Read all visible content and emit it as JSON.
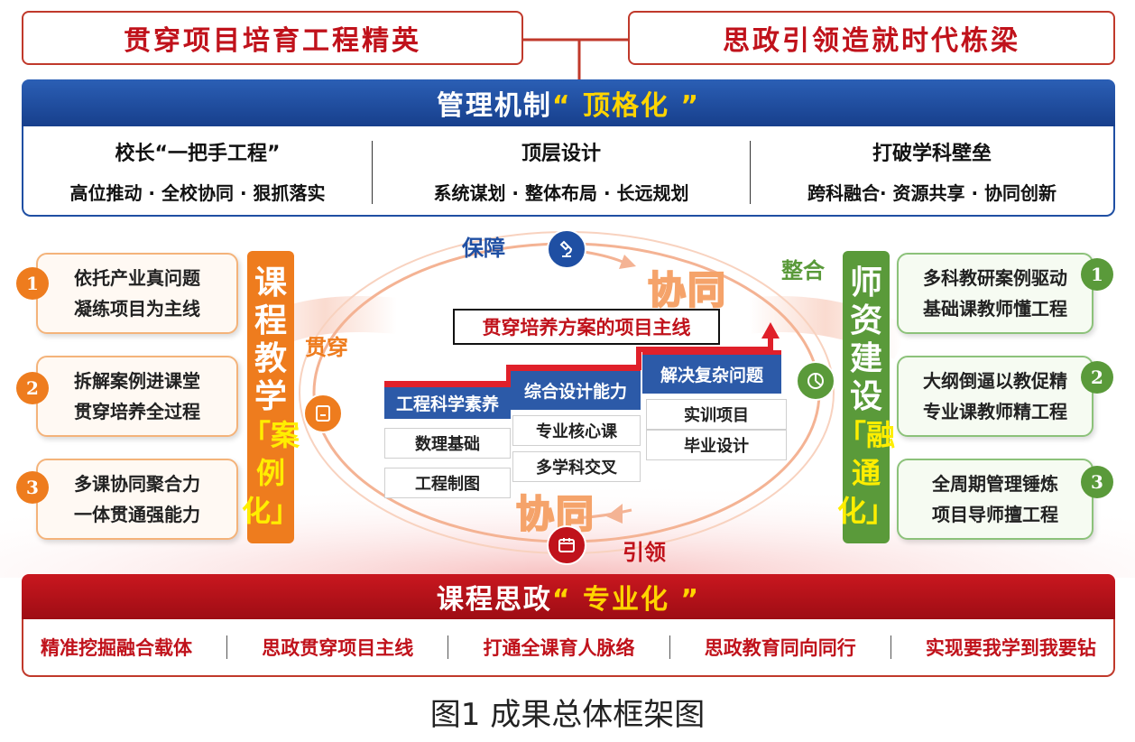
{
  "top": {
    "left_title": "贯穿项目培育工程精英",
    "right_title": "思政引领造就时代栋梁"
  },
  "mechanism": {
    "title": "管理机制",
    "emphasis": "“ 顶格化 ”",
    "columns": [
      {
        "heading": "校长“一把手工程”",
        "sub": "高位推动 · 全校协同 · 狠抓落实"
      },
      {
        "heading": "顶层设计",
        "sub": "系统谋划 · 整体布局 · 长远规划"
      },
      {
        "heading": "打破学科壁垒",
        "sub": "跨科融合· 资源共享 · 协同创新"
      }
    ]
  },
  "left": {
    "items": [
      {
        "num": "1",
        "line1": "依托产业真问题",
        "line2": "凝练项目为主线"
      },
      {
        "num": "2",
        "line1": "拆解案例进课堂",
        "line2": "贯穿培养全过程"
      },
      {
        "num": "3",
        "line1": "多课协同聚合力",
        "line2": "一体贯通强能力"
      }
    ],
    "bar_top": [
      "课",
      "程",
      "教",
      "学"
    ],
    "bar_bottom": [
      "「案",
      "例",
      "化」"
    ]
  },
  "right": {
    "items": [
      {
        "num": "1",
        "line1": "多科教研案例驱动",
        "line2": "基础课教师懂工程"
      },
      {
        "num": "2",
        "line1": "大纲倒逼以教促精",
        "line2": "专业课教师精工程"
      },
      {
        "num": "3",
        "line1": "全周期管理锤炼",
        "line2": "项目导师擅工程"
      }
    ],
    "bar_top": [
      "师",
      "资",
      "建",
      "设"
    ],
    "bar_bottom": [
      "「融",
      "通",
      "化」"
    ]
  },
  "cycle": {
    "label_guarantee": "保障",
    "label_integrate": "整合",
    "label_through": "贯穿",
    "label_lead": "引领",
    "synergy_top": "协同",
    "synergy_bottom": "协同",
    "main_line": "贯穿培养方案的项目主线"
  },
  "steps": [
    {
      "head": "工程科学素养",
      "cells": [
        "数理基础",
        "工程制图"
      ]
    },
    {
      "head": "综合设计能力",
      "cells": [
        "专业核心课",
        "多学科交叉"
      ]
    },
    {
      "head": "解决复杂问题",
      "cells": [
        "实训项目",
        "毕业设计"
      ]
    }
  ],
  "ideology": {
    "title": "课程思政",
    "emphasis": "“ 专业化 ”",
    "items": [
      "精准挖掘融合载体",
      "思政贯穿项目主线",
      "打通全课育人脉络",
      "思政教育同向同行",
      "实现要我学到我要钻"
    ]
  },
  "caption": "图1 成果总体框架图",
  "colors": {
    "red": "#c0121b",
    "blue": "#1f4fa3",
    "orange": "#ee7c1e",
    "green": "#5a9a3a",
    "yellow": "#ffee00"
  }
}
